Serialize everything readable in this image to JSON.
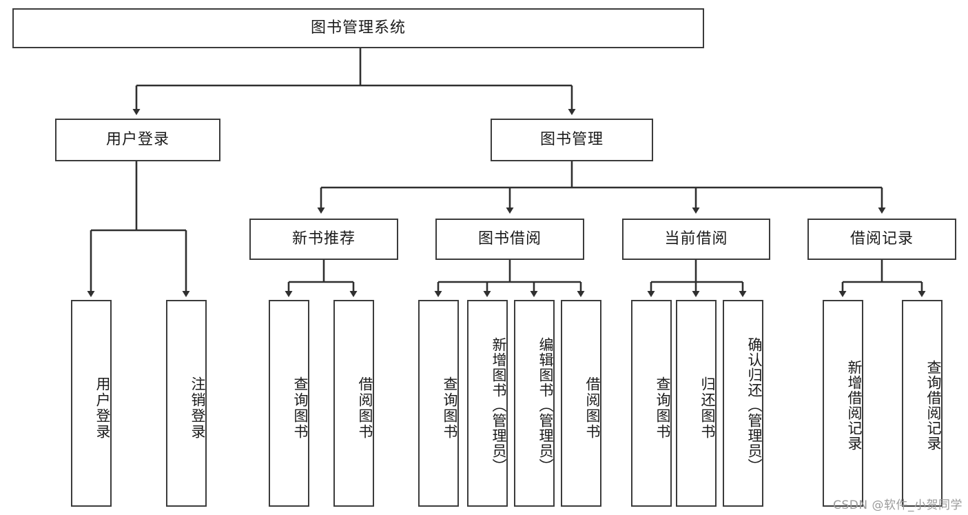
{
  "diagram": {
    "title": "图书管理系统",
    "type": "hierarchy-tree",
    "stroke_color": "#3b3b3b",
    "fill_color": "#ffffff",
    "text_color": "#1a1a1a"
  },
  "nodes": {
    "root": {
      "label": "图书管理系统"
    },
    "level1": [
      {
        "label": "用户登录"
      },
      {
        "label": "图书管理"
      }
    ],
    "level2": [
      {
        "label": "新书推荐"
      },
      {
        "label": "图书借阅"
      },
      {
        "label": "当前借阅"
      },
      {
        "label": "借阅记录"
      }
    ],
    "leaves_user_login": [
      {
        "label": "用户登录"
      },
      {
        "label": "注销登录"
      }
    ],
    "leaves_new_book": [
      {
        "label": "查询图书"
      },
      {
        "label": "借阅图书"
      }
    ],
    "leaves_book_borrow": [
      {
        "label": "查询图书"
      },
      {
        "label": "新增图书（管理员）"
      },
      {
        "label": "编辑图书（管理员）"
      },
      {
        "label": "借阅图书"
      }
    ],
    "leaves_current_borrow": [
      {
        "label": "查询图书"
      },
      {
        "label": "归还图书"
      },
      {
        "label": "确认归还（管理员）"
      }
    ],
    "leaves_borrow_record": [
      {
        "label": "新增借阅记录"
      },
      {
        "label": "查询借阅记录"
      }
    ]
  },
  "watermark": {
    "text": "CSDN @软件_小贺同学"
  }
}
